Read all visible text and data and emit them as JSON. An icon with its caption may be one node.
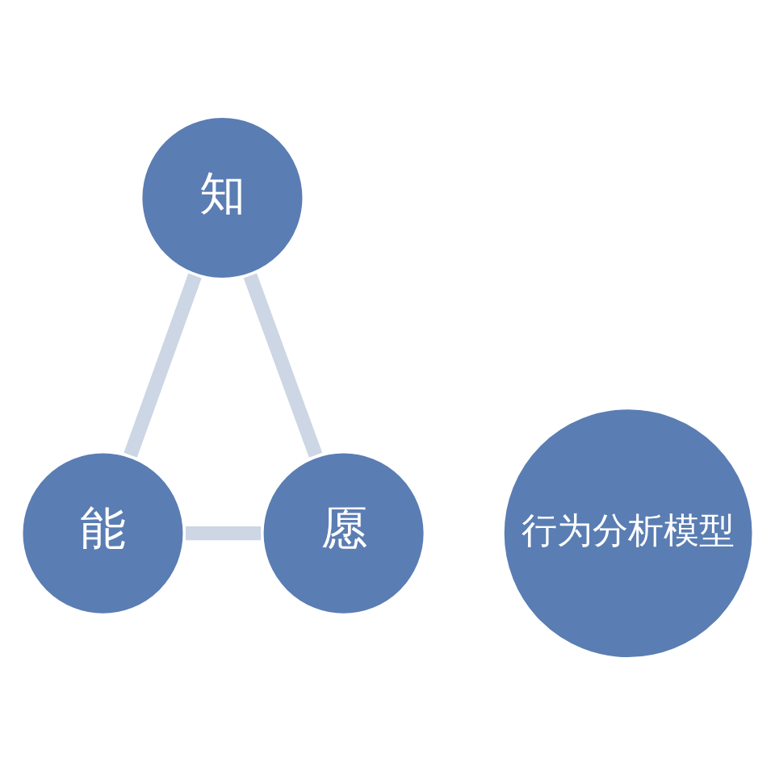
{
  "diagram": {
    "nodes": [
      {
        "text": [
          "知"
        ]
      },
      {
        "text": [
          "行为分析模型"
        ]
      },
      {
        "text": [
          "能"
        ]
      },
      {
        "text": [
          "愿"
        ]
      }
    ],
    "edges": [
      {
        "from": 0,
        "to": 2,
        "arrow": "none"
      },
      {
        "from": 0,
        "to": 3,
        "arrow": "none"
      },
      {
        "from": 2,
        "to": 3,
        "arrow": "none"
      }
    ]
  }
}
